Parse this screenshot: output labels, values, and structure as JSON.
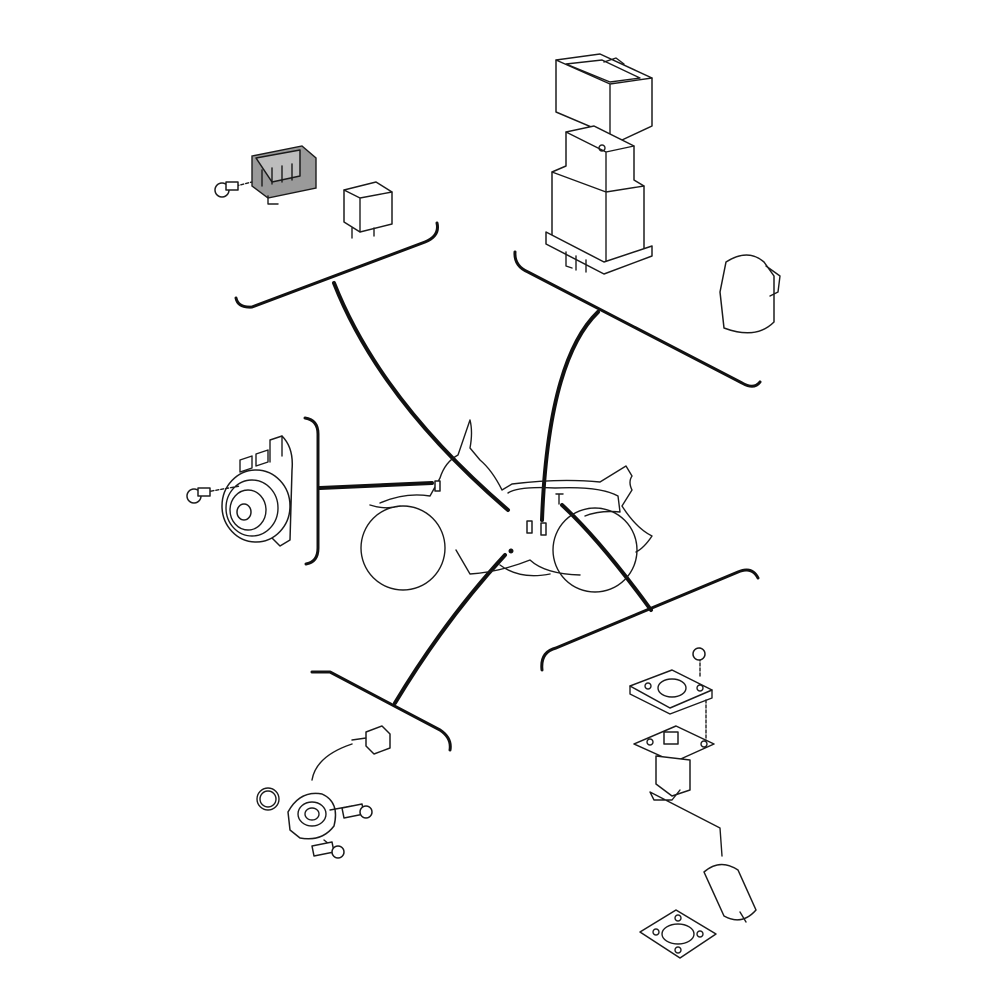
{
  "diagram": {
    "kind": "exploded electrical parts view",
    "components": [
      {
        "id": "rectifier-regulator",
        "icon": "rectifier-icon"
      },
      {
        "id": "relay",
        "icon": "relay-icon"
      },
      {
        "id": "control-unit-cover",
        "icon": "cover-box-icon"
      },
      {
        "id": "control-unit",
        "icon": "cdi-unit-icon"
      },
      {
        "id": "rubber-cap",
        "icon": "rubber-cap-icon"
      },
      {
        "id": "horn",
        "icon": "horn-icon"
      },
      {
        "id": "motorcycle-outline",
        "icon": "motorcycle-icon"
      },
      {
        "id": "neutral-switch",
        "icon": "switch-icon"
      },
      {
        "id": "fuel-sender",
        "icon": "fuel-gauge-icon"
      }
    ],
    "colors": {
      "line": "#111111",
      "fill_dark": "#9a9a9a",
      "background": "#ffffff"
    }
  }
}
